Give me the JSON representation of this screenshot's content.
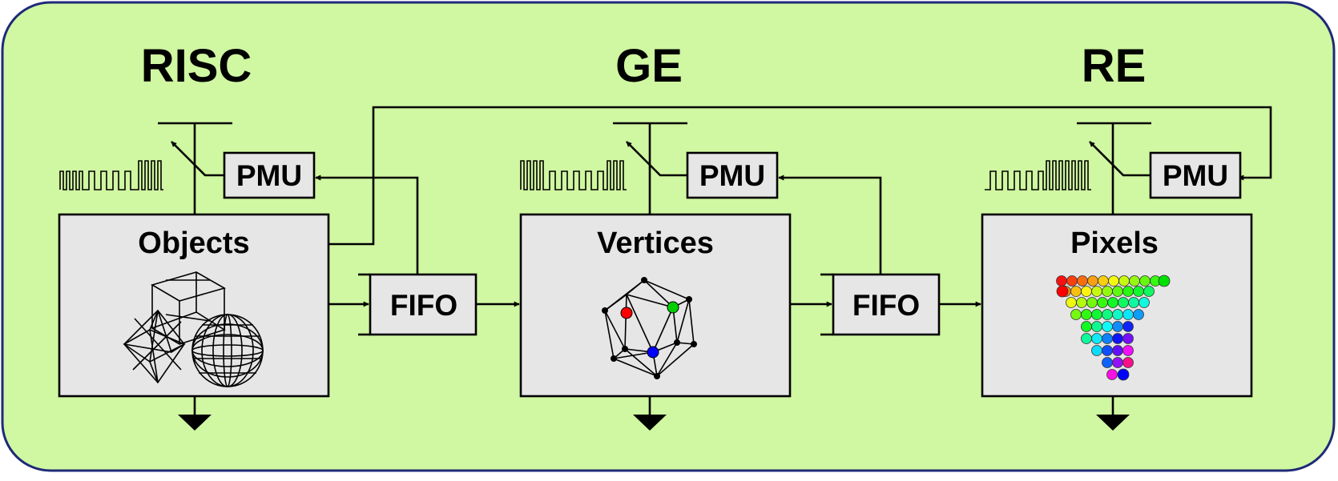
{
  "colors": {
    "panel": "#d0f7a1",
    "panel_border": "#1e2a78",
    "box": "#e6e6e6"
  },
  "stages": [
    {
      "title": "RISC",
      "unit": "Objects",
      "icon": "wireframe-objects-icon"
    },
    {
      "title": "GE",
      "unit": "Vertices",
      "icon": "icosahedron-vertices-icon"
    },
    {
      "title": "RE",
      "unit": "Pixels",
      "icon": "pixel-triangle-icon"
    }
  ],
  "pmu_label": "PMU",
  "fifo_label": "FIFO"
}
